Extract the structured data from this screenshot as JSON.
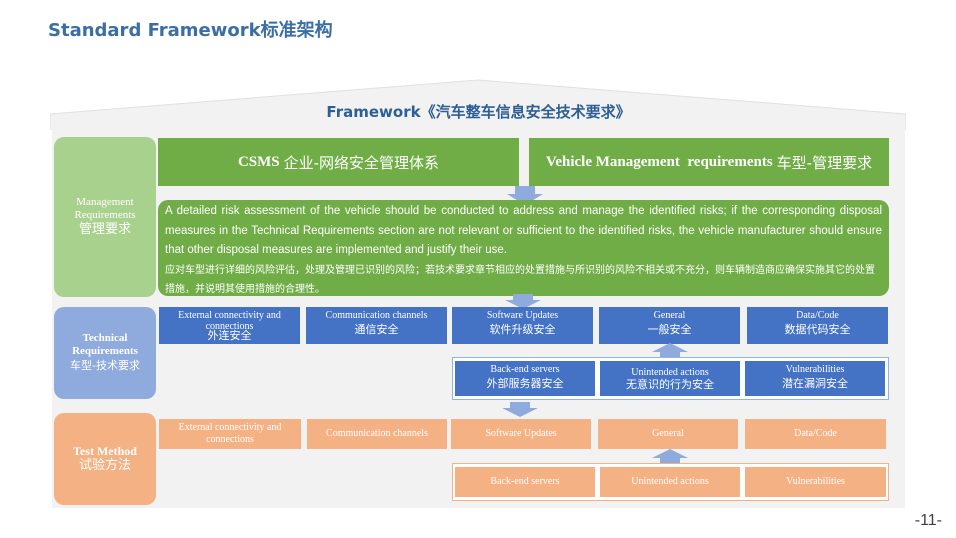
{
  "page_title": "Standard Framework标准架构",
  "framework_title": "Framework《汽车整车信息安全技术要求》",
  "sections": {
    "management": {
      "en": "Management Requirements",
      "cn": "管理要求"
    },
    "technical": {
      "en": "Technical Requirements",
      "cn": "车型-技术要求"
    },
    "test": {
      "en": "Test Method",
      "cn": "试验方法"
    }
  },
  "headers": {
    "csms": {
      "en": "CSMS",
      "cn": "企业-网络安全管理体系"
    },
    "vehicle": {
      "en": "Vehicle Management  requirements",
      "cn": "车型-管理要求"
    }
  },
  "risk_box": {
    "en": "A detailed risk assessment of the vehicle should be conducted to address and manage the identified risks; if the corresponding disposal measures in the Technical Requirements section are not relevant or sufficient to the identified risks, the vehicle manufacturer should ensure that other disposal measures are implemented and justify their use.",
    "cn": "应对车型进行详细的风险评估，处理及管理已识别的风险；若技术要求章节相应的处置措施与所识别的风险不相关或不充分，则车辆制造商应确保实施其它的处置措施，并说明其使用措施的合理性。"
  },
  "tech_row1": [
    {
      "en": "External connectivity and connections",
      "cn": "外连安全"
    },
    {
      "en": "Communication channels",
      "cn": "通信安全"
    },
    {
      "en": "Software Updates",
      "cn": "软件升级安全"
    },
    {
      "en": "General",
      "cn": "一般安全"
    },
    {
      "en": "Data/Code",
      "cn": "数据代码安全"
    }
  ],
  "tech_row2": [
    {
      "en": "Back-end servers",
      "cn": "外部服务器安全"
    },
    {
      "en": "Unintended actions",
      "cn": "无意识的行为安全"
    },
    {
      "en": "Vulnerabilities",
      "cn": "潜在漏洞安全"
    }
  ],
  "test_row1": [
    {
      "en": "External connectivity and connections"
    },
    {
      "en": "Communication channels"
    },
    {
      "en": "Software Updates"
    },
    {
      "en": "General"
    },
    {
      "en": "Data/Code"
    }
  ],
  "test_row2": [
    {
      "en": "Back-end servers"
    },
    {
      "en": "Unintended actions"
    },
    {
      "en": "Vulnerabilities"
    }
  ],
  "page_number": "-11-",
  "colors": {
    "green": "#70ad47",
    "light_green": "#a9d18e",
    "blue": "#4472c4",
    "light_blue": "#8faadc",
    "orange": "#f4b183",
    "title_blue": "#3a6ea5"
  }
}
